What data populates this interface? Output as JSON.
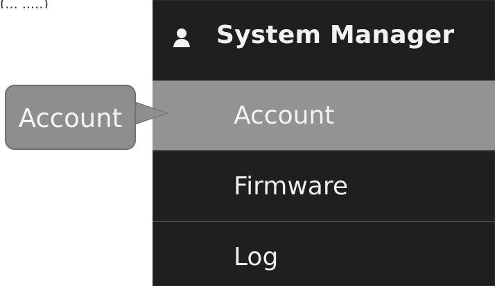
{
  "header": {
    "fragment": "(... ,....)"
  },
  "sidebar": {
    "title": "System Manager",
    "icon": "user-icon",
    "items": [
      {
        "label": "Account",
        "active": true
      },
      {
        "label": "Firmware",
        "active": false
      },
      {
        "label": "Log",
        "active": false
      }
    ]
  },
  "callout": {
    "label": "Account"
  },
  "colors": {
    "panel_background": "#1f1f1f",
    "active_item": "#939393",
    "callout_background": "#8e8e8e",
    "text": "#f2f2f2"
  }
}
